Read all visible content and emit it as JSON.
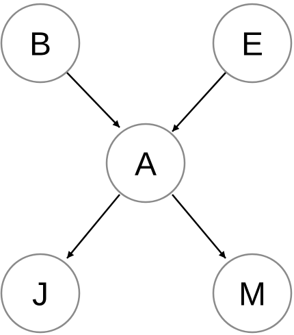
{
  "diagram": {
    "nodes": [
      {
        "id": "B",
        "label": "B"
      },
      {
        "id": "E",
        "label": "E"
      },
      {
        "id": "A",
        "label": "A"
      },
      {
        "id": "J",
        "label": "J"
      },
      {
        "id": "M",
        "label": "M"
      }
    ],
    "edges": [
      {
        "from": "B",
        "to": "A"
      },
      {
        "from": "E",
        "to": "A"
      },
      {
        "from": "A",
        "to": "J"
      },
      {
        "from": "A",
        "to": "M"
      }
    ],
    "colors": {
      "node_fill": "#ffffff",
      "node_stroke": "#8a8a8a",
      "edge": "#000000",
      "label": "#000000"
    }
  }
}
